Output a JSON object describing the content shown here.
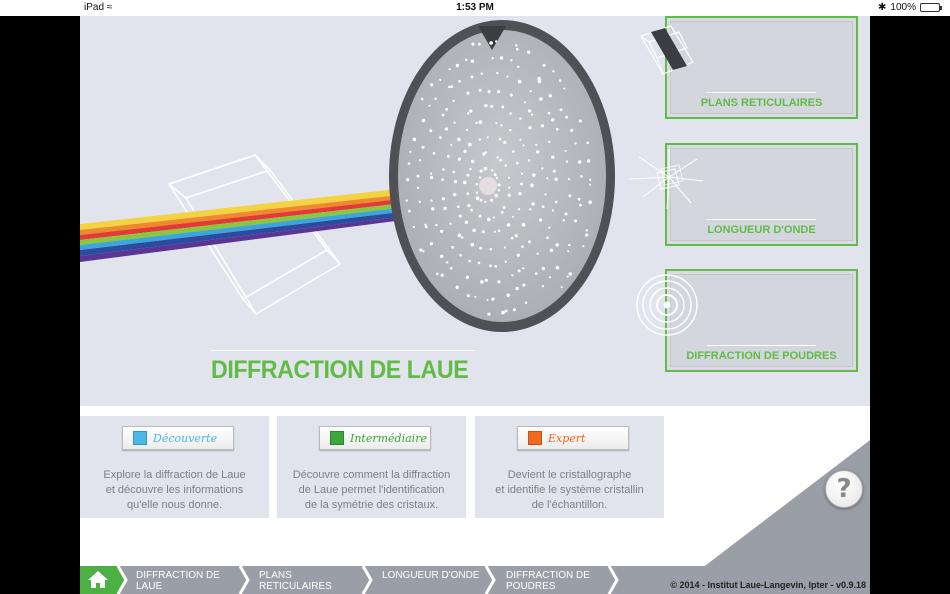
{
  "status_bar": {
    "device": "iPad",
    "time": "1:53 PM",
    "battery": "100%"
  },
  "hero": {
    "title": "DIFFRACTION DE LAUE"
  },
  "side_cards": [
    {
      "label": "PLANS RETICULAIRES",
      "icon": "cube-plane-icon"
    },
    {
      "label": "LONGUEUR D'ONDE",
      "icon": "cube-rays-icon"
    },
    {
      "label": "DIFFRACTION DE POUDRES",
      "icon": "rings-icon"
    }
  ],
  "levels": [
    {
      "label": "Découverte",
      "color": "#49b9e8",
      "text_color": "#49b9e8",
      "description": "Explore la diffraction de Laue\net découvre les informations\nqu'elle nous donne."
    },
    {
      "label": "Intermédiaire",
      "color": "#3ea63a",
      "text_color": "#3ea63a",
      "description": "Découvre comment la diffraction\nde Laue permet l'identification\nde la symétrie des cristaux."
    },
    {
      "label": "Expert",
      "color": "#ef6a1e",
      "text_color": "#ef6a1e",
      "description": "Devient le cristallographe\net identifie le système cristallin\nde l'échantillon."
    }
  ],
  "help": {
    "label": "?"
  },
  "breadcrumbs": [
    {
      "label": "DIFFRACTION DE LAUE"
    },
    {
      "label": "PLANS RETICULAIRES"
    },
    {
      "label": "LONGUEUR D'ONDE"
    },
    {
      "label": "DIFFRACTION DE\nPOUDRES"
    }
  ],
  "copyright": "© 2014 - Institut Laue-Langevin, lpter - v0.9.18",
  "colors": {
    "accent": "#62bb46",
    "background": "#e1e4ec",
    "footer": "#9a9ea6",
    "home": "#4cb043"
  }
}
